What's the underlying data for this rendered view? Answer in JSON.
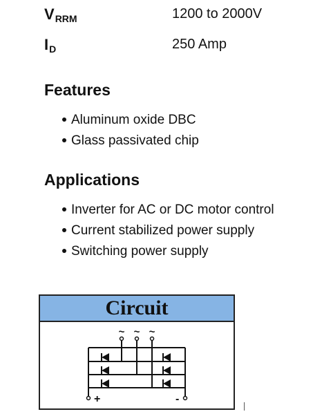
{
  "specs": [
    {
      "symbol": "V",
      "subscript": "RRM",
      "value": "1200 to 2000V"
    },
    {
      "symbol": "I",
      "subscript": "D",
      "value": "250 Amp"
    }
  ],
  "features": {
    "title": "Features",
    "items": [
      "Aluminum oxide DBC",
      "Glass passivated chip"
    ]
  },
  "applications": {
    "title": "Applications",
    "items": [
      "Inverter for AC or DC motor control",
      "Current stabilized power supply",
      "Switching power supply"
    ]
  },
  "circuit": {
    "title": "Circuit",
    "header_color": "#86b4e4",
    "ac_symbol": "~",
    "plus_label": "+",
    "minus_label": "-"
  }
}
